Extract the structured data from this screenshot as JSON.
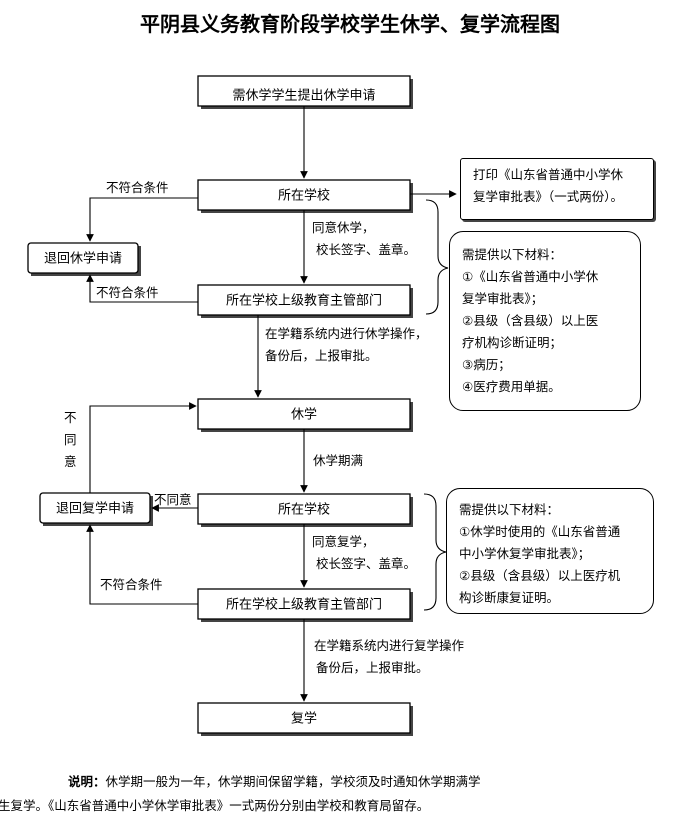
{
  "title": "平阴县义务教育阶段学校学生休学、复学流程图",
  "boxes": {
    "apply_suspend": "需休学学生提出休学申请",
    "school_1": "所在学校",
    "bureau_1": "所在学校上级教育主管部门",
    "return_suspend": "退回休学申请",
    "suspend": "休学",
    "school_2": "所在学校",
    "bureau_2": "所在学校上级教育主管部门",
    "return_resume": "退回复学申请",
    "resume": "复学"
  },
  "labels": {
    "reject_1": "不符合条件",
    "reject_2": "不符合条件",
    "agree_suspend_1": "同意休学，",
    "agree_suspend_2": "校长签字、盖章。",
    "operate_suspend_1": "在学籍系统内进行休学操作，",
    "operate_suspend_2": "备份后，上报审批。",
    "disagree_vertical": [
      "不",
      "同",
      "意"
    ],
    "period_full": "休学期满",
    "disagree": "不同意",
    "agree_resume_1": "同意复学，",
    "agree_resume_2": "校长签字、盖章。",
    "reject_3": "不符合条件",
    "operate_resume_1": "在学籍系统内进行复学操作",
    "operate_resume_2": "备份后，上报审批。"
  },
  "print_note": [
    "打印《山东省普通中小学休",
    "复学审批表》（一式两份）。"
  ],
  "materials_suspend": [
    "需提供以下材料：",
    "①《山东省普通中小学休",
    "复学审批表》；",
    "②县级（含县级）以上医",
    "疗机构诊断证明；",
    "③病历；",
    "④医疗费用单据。"
  ],
  "materials_resume": [
    "需提供以下材料：",
    "①休学时使用的《山东省普通",
    "中小学休复学审批表》；",
    "②县级（含县级）以上医疗机",
    "构诊断康复证明。"
  ],
  "footnote": {
    "prefix": "说明：",
    "line1": "休学期一般为一年，休学期间保留学籍，学校须及时通知休学期满学",
    "line2": "生复学。《山东省普通中小学休学审批表》一式两份分别由学校和教育局留存。"
  }
}
